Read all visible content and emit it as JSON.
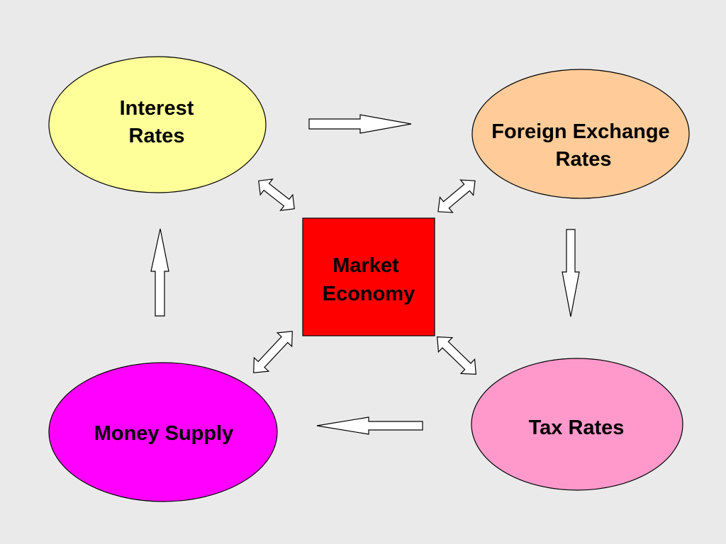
{
  "diagram": {
    "center": {
      "line1": "Market",
      "line2": "Economy",
      "color": "#ff0000"
    },
    "interest_rates": {
      "line1": "Interest",
      "line2": "Rates",
      "color": "#ffff99"
    },
    "foreign_exchange": {
      "line1": "Foreign Exchange",
      "line2": "Rates",
      "color": "#ffcc99"
    },
    "tax_rates": {
      "label": "Tax Rates",
      "color": "#ff99cc"
    },
    "money_supply": {
      "label": "Money Supply",
      "color": "#ff00ff"
    },
    "background": "#eaeaea"
  }
}
